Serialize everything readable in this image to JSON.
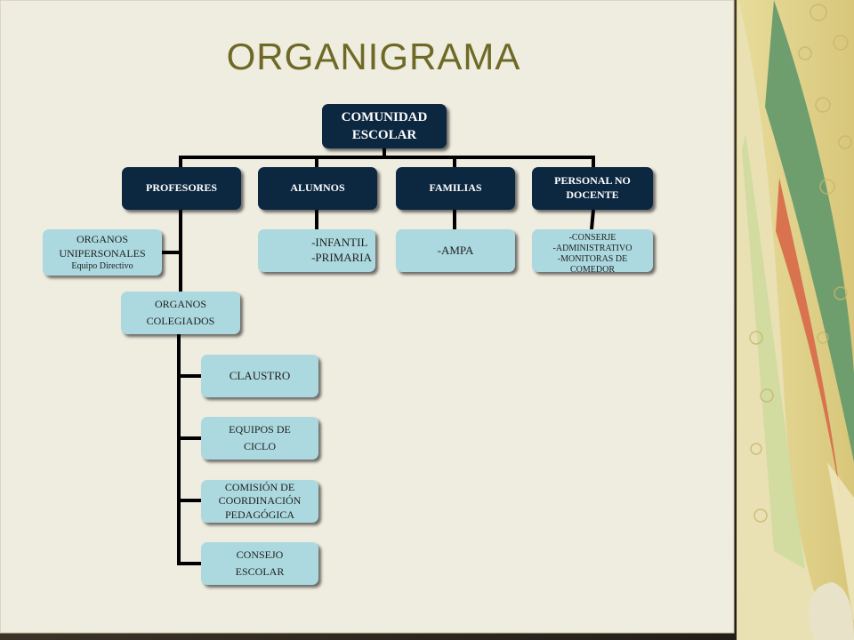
{
  "slide": {
    "title": "ORGANIGRAMA"
  },
  "colors": {
    "dark_box": "#0c2740",
    "light_box": "#abd9df",
    "title": "#6e6a26",
    "background": "#efece0"
  },
  "org": {
    "root": [
      "COMUNIDAD",
      "ESCOLAR"
    ],
    "profesores": "PROFESORES",
    "alumnos": "ALUMNOS",
    "familias": "FAMILIAS",
    "personal": [
      "PERSONAL NO",
      "DOCENTE"
    ],
    "unipersonales": [
      "ORGANOS",
      "UNIPERSONALES",
      "Equipo Directivo"
    ],
    "colegiados": [
      "ORGANOS",
      "COLEGIADOS"
    ],
    "claustro": "CLAUSTRO",
    "equipos": [
      "EQUIPOS DE",
      "CICLO"
    ],
    "comision": [
      "COMISIÓN DE",
      "COORDINACIÓN",
      "PEDAGÓGICA"
    ],
    "consejo": [
      "CONSEJO",
      "ESCOLAR"
    ],
    "alumnos_detail": [
      "-INFANTIL",
      "-PRIMARIA"
    ],
    "ampa": "-AMPA",
    "personal_detail": [
      "-CONSERJE",
      "-ADMINISTRATIVO",
      "-MONITORAS DE",
      "COMEDOR"
    ]
  }
}
